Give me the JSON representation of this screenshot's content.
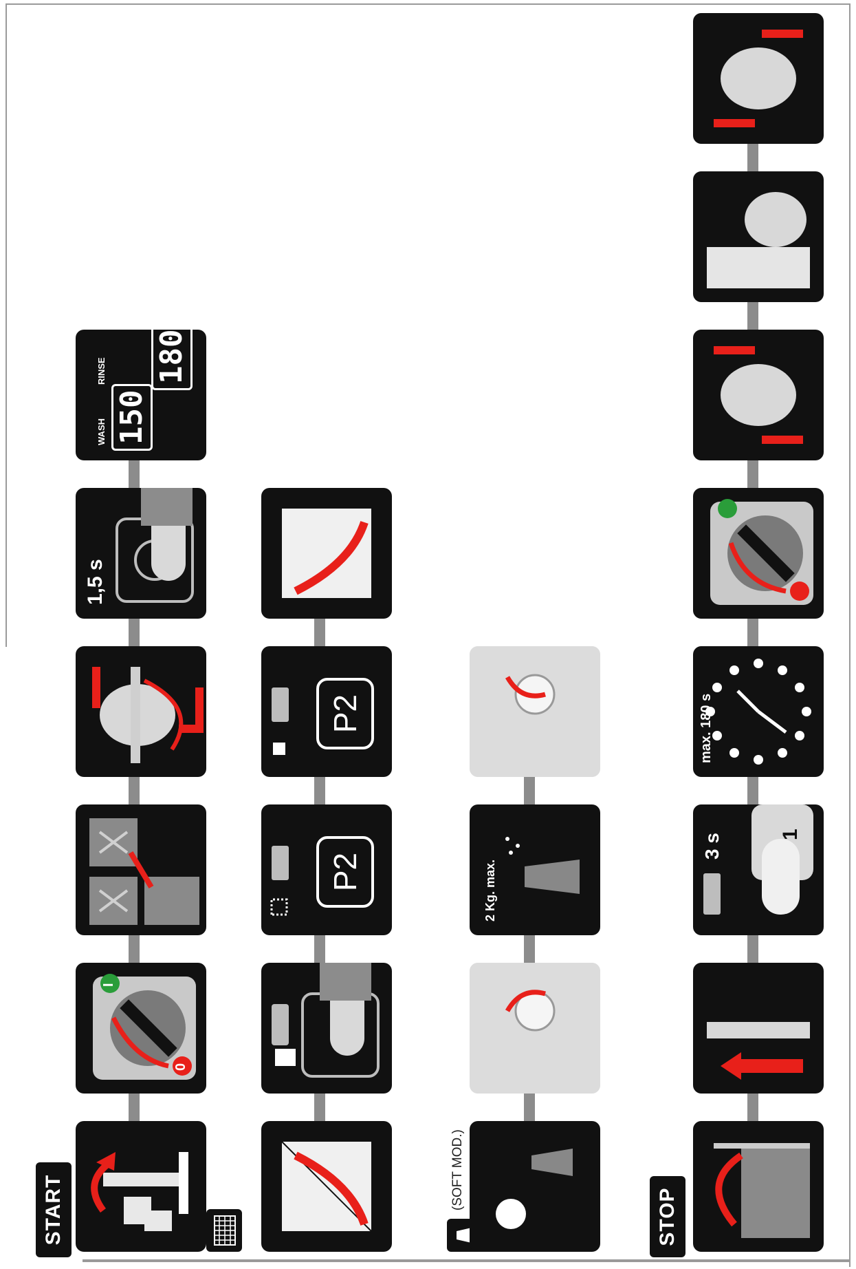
{
  "tags": {
    "start": "START",
    "stop": "STOP"
  },
  "notes": {
    "soft_mod": "(SOFT MOD.)"
  },
  "tile_texts": {
    "press_time": "1,5 s",
    "wash_label": "WASH",
    "wash_temp": "150",
    "rinse_label": "RINSE",
    "rinse_temp": "180",
    "program": "P2",
    "salt": "2 Kg. max.",
    "hold_time": "3 s",
    "key_number": "1",
    "max_time": "max. 180 s",
    "switch_off": "0",
    "switch_on": "I"
  },
  "icons": {
    "row1": [
      "drain-tap-icon",
      "power-switch-icon",
      "detergent-tanks-icon",
      "overflow-pipe-icon",
      "power-button-icon",
      "temperature-display-icon"
    ],
    "row2": [
      "rack-insert-icon",
      "start-button-icon",
      "program-led-blinking-icon",
      "program-led-icon",
      "rack-remove-icon"
    ],
    "row3": [
      "salt-shaker-sun-icon",
      "salt-cap-open-icon",
      "salt-pour-icon",
      "salt-cap-close-icon"
    ],
    "row4": [
      "door-open-icon",
      "pipe-remove-icon",
      "drain-button-icon",
      "clock-icon",
      "power-off-icon",
      "overflow-remove-icon",
      "filter-clean-icon",
      "overflow-insert-icon"
    ]
  },
  "colors": {
    "tile": "#111111",
    "accent": "#e8201a",
    "connector": "#8c8c8c",
    "switch_on": "#2a9d3a"
  }
}
